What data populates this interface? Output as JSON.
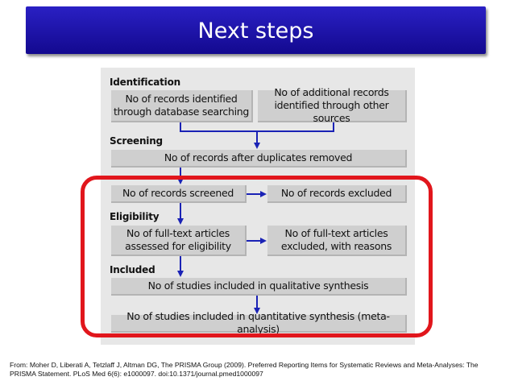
{
  "title": "Next steps",
  "sections": {
    "identification": "Identification",
    "screening": "Screening",
    "eligibility": "Eligibility",
    "included": "Included"
  },
  "boxes": {
    "db_search": "No of records identified\nthrough database searching",
    "other_sources": "No of additional records\nidentified through other sources",
    "duplicates_removed": "No of records after duplicates removed",
    "screened": "No of records screened",
    "excluded": "No of records excluded",
    "fulltext_assessed": "No of full-text articles\nassessed for eligibility",
    "fulltext_excluded": "No of full-text articles\nexcluded, with reasons",
    "qualitative": "No of studies included in qualitative synthesis",
    "quantitative": "No of studies included in quantitative synthesis (meta-analysis)"
  },
  "citation": "From: Moher D, Liberati A, Tetzlaff J, Altman DG, The PRISMA Group (2009). Preferred Reporting Items for Systematic Reviews and Meta-Analyses: The PRISMA Statement. PLoS Med 6(6): e1000097. doi:10.1371/journal.pmed1000097",
  "colors": {
    "title_bar": "#1e14b0",
    "connector": "#1a22b5",
    "highlight_frame": "#e1161c",
    "box_fill": "#cfcfcf",
    "panel": "#e7e7e7"
  }
}
